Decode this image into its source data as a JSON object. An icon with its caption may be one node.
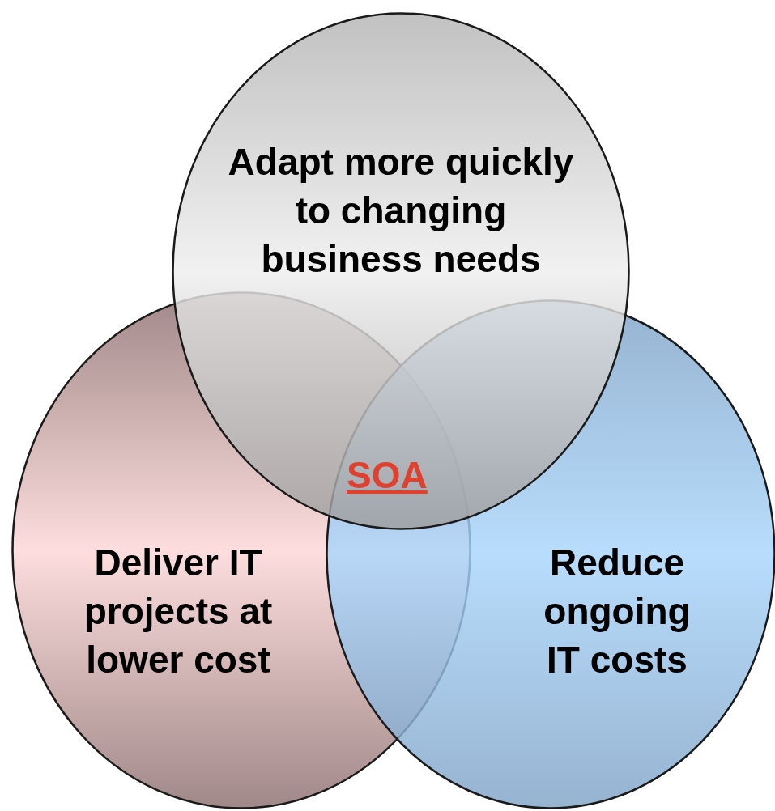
{
  "diagram": {
    "nodes": [
      {
        "text": [
          "Adapt more quickly to changing business needs"
        ]
      },
      {
        "text": [
          "Deliver IT projects at lower cost"
        ]
      },
      {
        "text": [
          "Reduce ongoing IT costs"
        ]
      }
    ],
    "labels": [
      "SOA"
    ]
  }
}
